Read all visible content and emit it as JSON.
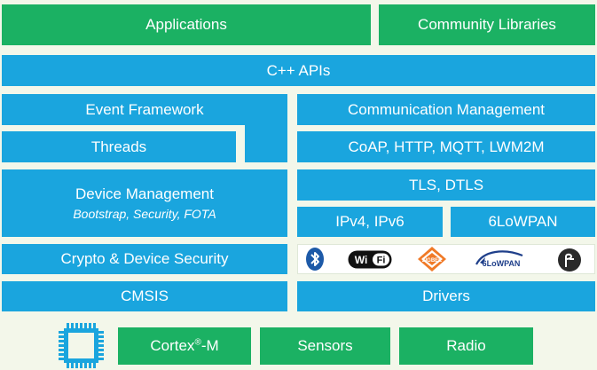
{
  "diagram": {
    "applications": "Applications",
    "community_libraries": "Community Libraries",
    "cpp_apis": "C++ APIs",
    "event_framework": "Event Framework",
    "threads": "Threads",
    "communication_management": "Communication Management",
    "coap_stack": "CoAP, HTTP, MQTT, LWM2M",
    "tls_dtls": "TLS, DTLS",
    "device_management": "Device Management",
    "device_management_sub": "Bootstrap, Security, FOTA",
    "ipv4_ipv6": "IPv4, IPv6",
    "sixlowpan": "6LoWPAN",
    "crypto_security": "Crypto & Device Security",
    "cmsis": "CMSIS",
    "drivers": "Drivers",
    "cortex_m": "Cortex",
    "cortex_m_mark": "®",
    "cortex_m_suffix": "-M",
    "sensors": "Sensors",
    "radio": "Radio"
  },
  "logos": {
    "wifi": "WiFi",
    "zigbee": "ZIGBEE",
    "lowpan": "6LoWPAN"
  },
  "colors": {
    "green": "#1bb163",
    "blue": "#1aa5de",
    "background": "#f3f7ea"
  }
}
